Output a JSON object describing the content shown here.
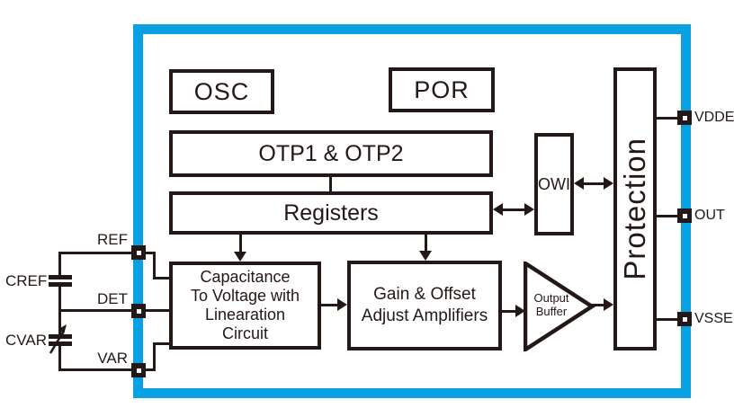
{
  "diagram_title": "capacitive-sensor-ic-block-diagram",
  "colors": {
    "chip_border": "#0aa1e2",
    "ink": "#231815"
  },
  "blocks": {
    "osc": {
      "label": "OSC"
    },
    "por": {
      "label": "POR"
    },
    "otp": {
      "label": "OTP1 & OTP2"
    },
    "registers": {
      "label": "Registers"
    },
    "c2v": {
      "line1": "Capacitance",
      "line2": "To Voltage with",
      "line3": "Linearation",
      "line4": "Circuit"
    },
    "gain": {
      "line1": "Gain & Offset",
      "line2": "Adjust Amplifiers"
    },
    "owi": {
      "label": "OWI"
    },
    "output_buffer": {
      "line1": "Output",
      "line2": "Buffer"
    },
    "protection": {
      "label": "Protection"
    }
  },
  "pins": {
    "vdde": {
      "label": "VDDE"
    },
    "out": {
      "label": "OUT"
    },
    "vsse": {
      "label": "VSSE"
    },
    "ref": {
      "label": "REF"
    },
    "det": {
      "label": "DET"
    },
    "var": {
      "label": "VAR"
    }
  },
  "external_components": {
    "cref": {
      "label": "CREF"
    },
    "cvar": {
      "label": "CVAR"
    }
  }
}
